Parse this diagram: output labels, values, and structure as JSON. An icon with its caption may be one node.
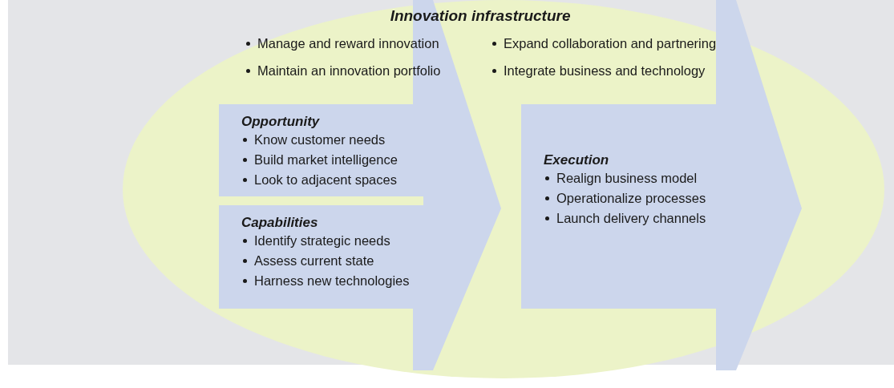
{
  "diagram": {
    "nodes": [
      {
        "text": [
          "Innovation infrastructure",
          "Manage and reward innovation",
          "Expand collaboration and partnering",
          "Maintain an innovation portfolio",
          "Integrate business and technology"
        ]
      },
      {
        "text": [],
        "shape": "arrow",
        "in": 0
      },
      {
        "text": [
          "Opportunity",
          "Know customer needs",
          "Build market intelligence",
          "Look to adjacent spaces"
        ],
        "in": 1
      },
      {
        "text": [
          "Capabilities",
          "Identify strategic needs",
          "Assess current state",
          "Harness new technologies"
        ],
        "in": 1
      },
      {
        "text": [
          "Execution",
          "Realign business model",
          "Operationalize processes",
          "Launch delivery channels"
        ],
        "in": 0
      }
    ],
    "edges": []
  }
}
